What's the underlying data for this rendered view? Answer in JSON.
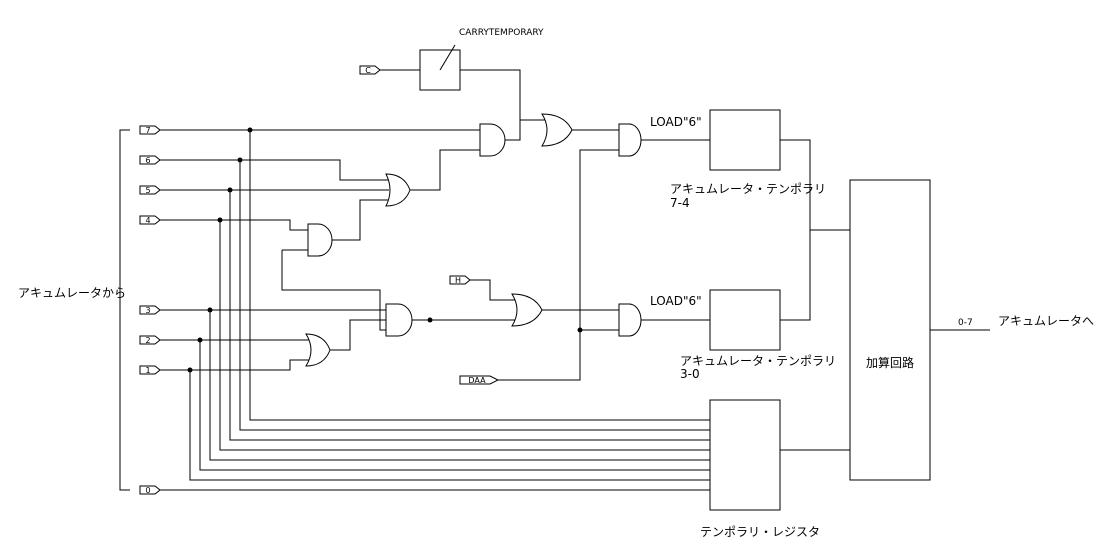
{
  "inputs": {
    "bit7": "7",
    "bit6": "6",
    "bit5": "5",
    "bit4": "4",
    "bit3": "3",
    "bit2": "2",
    "bit1": "1",
    "bit0": "0",
    "carry_in": "C",
    "half_carry": "H",
    "daa": "DAA"
  },
  "labels": {
    "carry_temporary": "CARRYTEMPORARY",
    "from_accumulator": "アキュムレータから",
    "load6_upper": "LOAD\"6\"",
    "load6_lower": "LOAD\"6\"",
    "acc_temp_upper": "アキュムレータ・テンポラリ",
    "acc_temp_upper_bits": "7-4",
    "acc_temp_lower": "アキュムレータ・テンポラリ",
    "acc_temp_lower_bits": "3-0",
    "temp_register": "テンポラリ・レジスタ",
    "adder": "加算回路",
    "out_bits": "0-7",
    "to_accumulator": "アキュムレータへ"
  }
}
